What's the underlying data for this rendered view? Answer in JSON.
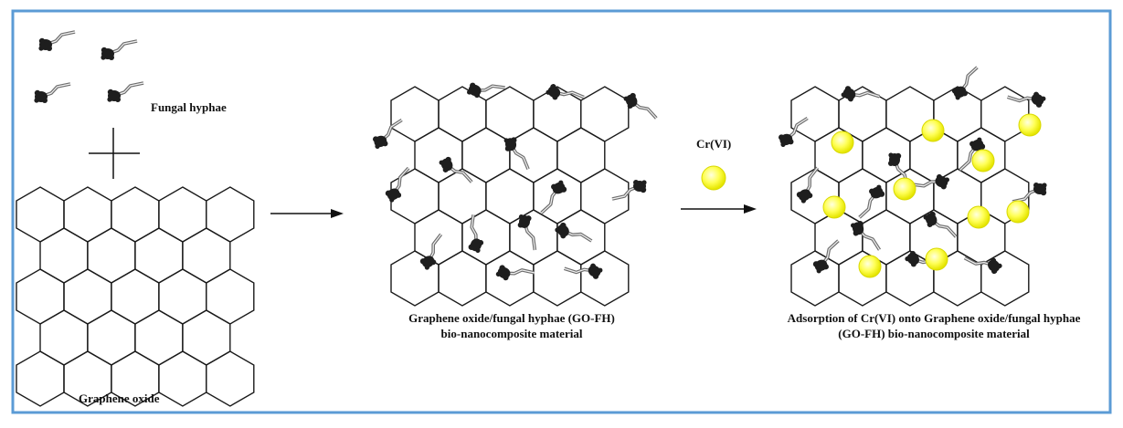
{
  "labels": {
    "fungal_hyphae": "Fungal hyphae",
    "graphene_oxide": "Graphene oxide",
    "composite_line1": "Graphene oxide/fungal hyphae (GO-FH)",
    "composite_line2": "bio-nanocomposite material",
    "adsorption_line1": "Adsorption of Cr(VI) onto Graphene oxide/fungal hyphae",
    "adsorption_line2": "(GO-FH) bio-nanocomposite material",
    "cr_label": "Cr(VI)"
  },
  "colors": {
    "frame": "#5b9bd5",
    "lattice": "#1a1a1a",
    "hypha": "#6e6e6e",
    "spore": "#1e1e1e",
    "ion_fill": "#ffff55",
    "ion_edge": "#d8d800"
  },
  "icons": {
    "plus": "plus-sign-icon",
    "arrow": "right-arrow-icon",
    "ion": "cr-vi-ion-icon",
    "hypha": "fungal-hypha-icon"
  }
}
